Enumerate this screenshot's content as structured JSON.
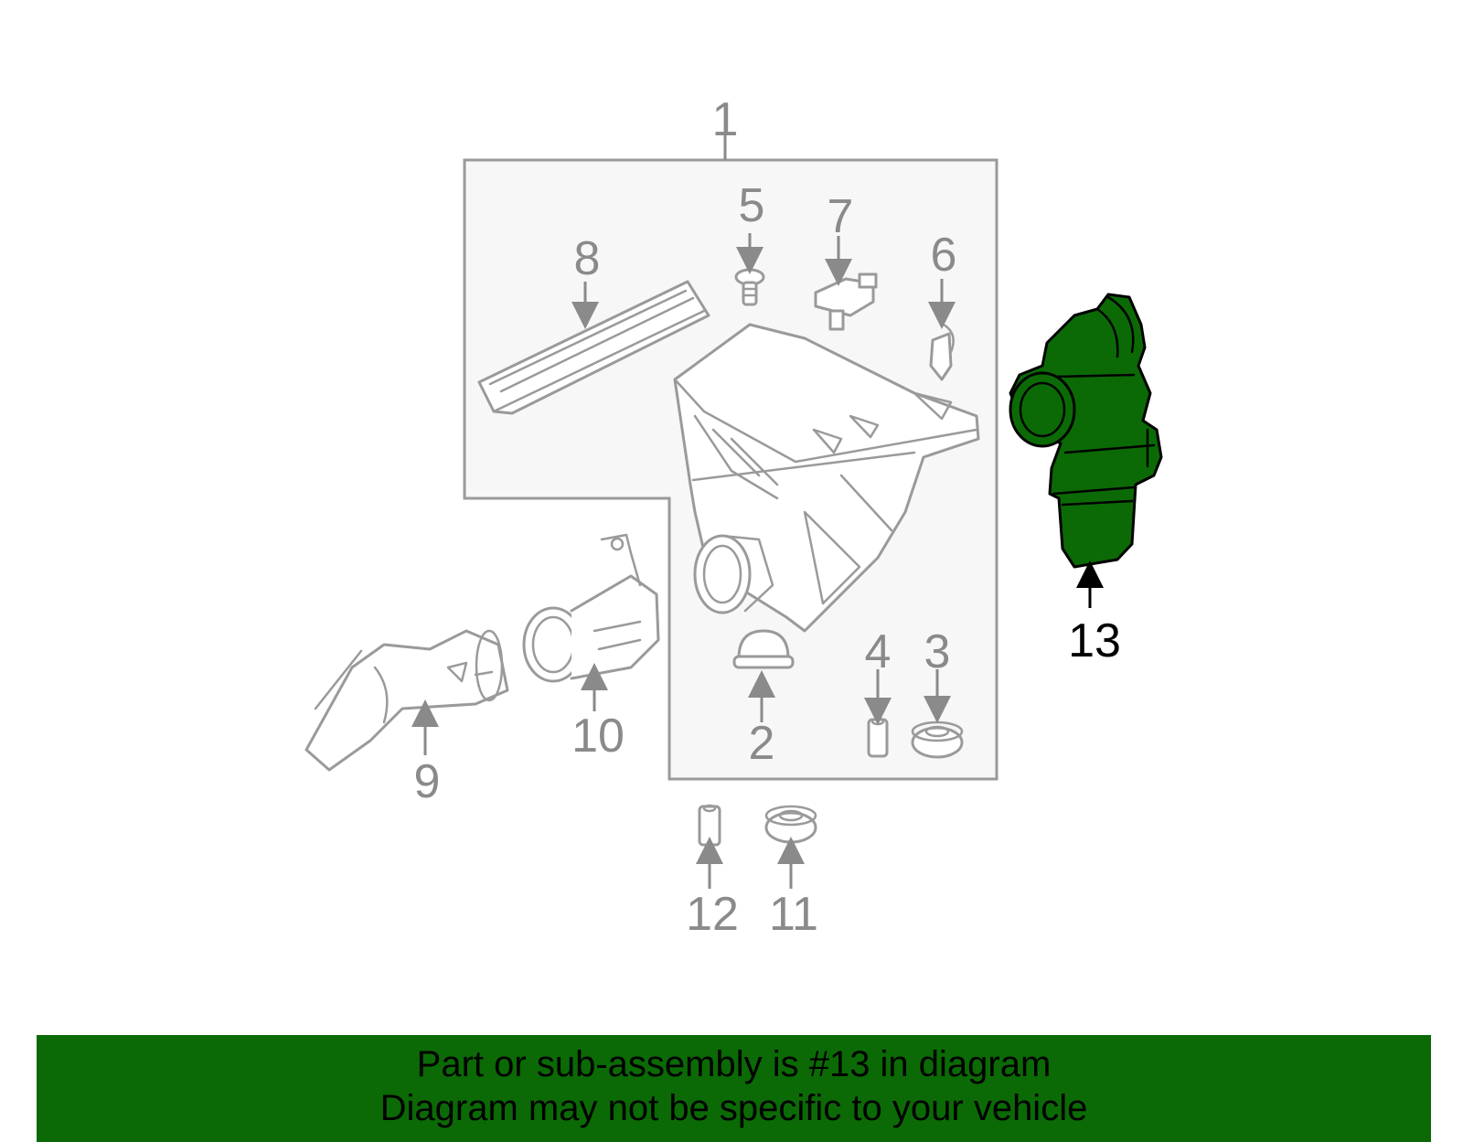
{
  "colors": {
    "highlight": "#0b6a05",
    "outline": "#9a9a9a",
    "assembly_bg": "#f7f7f7",
    "footer_bg": "#0b6a05"
  },
  "callouts": {
    "c1": "1",
    "c2": "2",
    "c3": "3",
    "c4": "4",
    "c5": "5",
    "c6": "6",
    "c7": "7",
    "c8": "8",
    "c9": "9",
    "c10": "10",
    "c11": "11",
    "c12": "12",
    "c13": "13"
  },
  "highlighted_part": "13",
  "footer": {
    "line1": "Part or sub-assembly is #13 in diagram",
    "line2": "Diagram may not be specific to your vehicle"
  }
}
